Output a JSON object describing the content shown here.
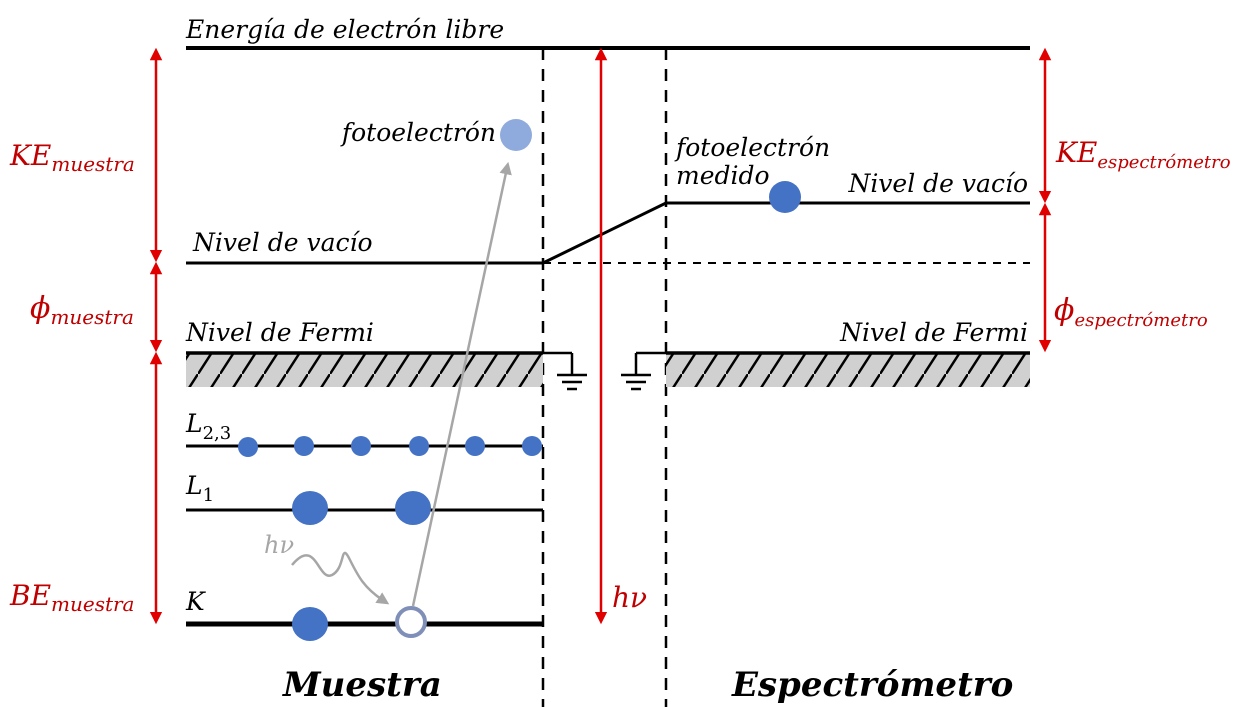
{
  "labels": {
    "free_electron_energy": "Energía de electrón libre",
    "photoelectron": "fotoelectrón",
    "photoelectron_measured_line1": "fotoelectrón",
    "photoelectron_measured_line2": "medido",
    "vacuum_level_left": "Nivel de vacío",
    "vacuum_level_right": "Nivel de vacío",
    "fermi_level_left": "Nivel de Fermi",
    "fermi_level_right": "Nivel de Fermi",
    "level_L23_main": "L",
    "level_L23_sub": "2,3",
    "level_L1_main": "L",
    "level_L1_sub": "1",
    "level_K": "K",
    "hv_photon": "hν",
    "hv_arrow": "hν",
    "sample_title": "Muestra",
    "spectrometer_title": "Espectrómetro"
  },
  "energies": {
    "ke_sample_main": "KE",
    "ke_sample_sub": "muestra",
    "phi_sample_main": "ϕ",
    "phi_sample_sub": "muestra",
    "be_sample_main": "BE",
    "be_sample_sub": "muestra",
    "ke_spec_main": "KE",
    "ke_spec_sub": "espectrómetro",
    "phi_spec_main": "ϕ",
    "phi_spec_sub": "espectrómetro"
  },
  "colors": {
    "arrow_red": "#e00000",
    "label_red": "#c00000",
    "electron_blue": "#4472c4",
    "photoelectron_light": "#8faadc",
    "hole_outline": "#7f8fb8",
    "photon_gray": "#a6a6a6",
    "hatch_fill": "#d0d0d0"
  }
}
